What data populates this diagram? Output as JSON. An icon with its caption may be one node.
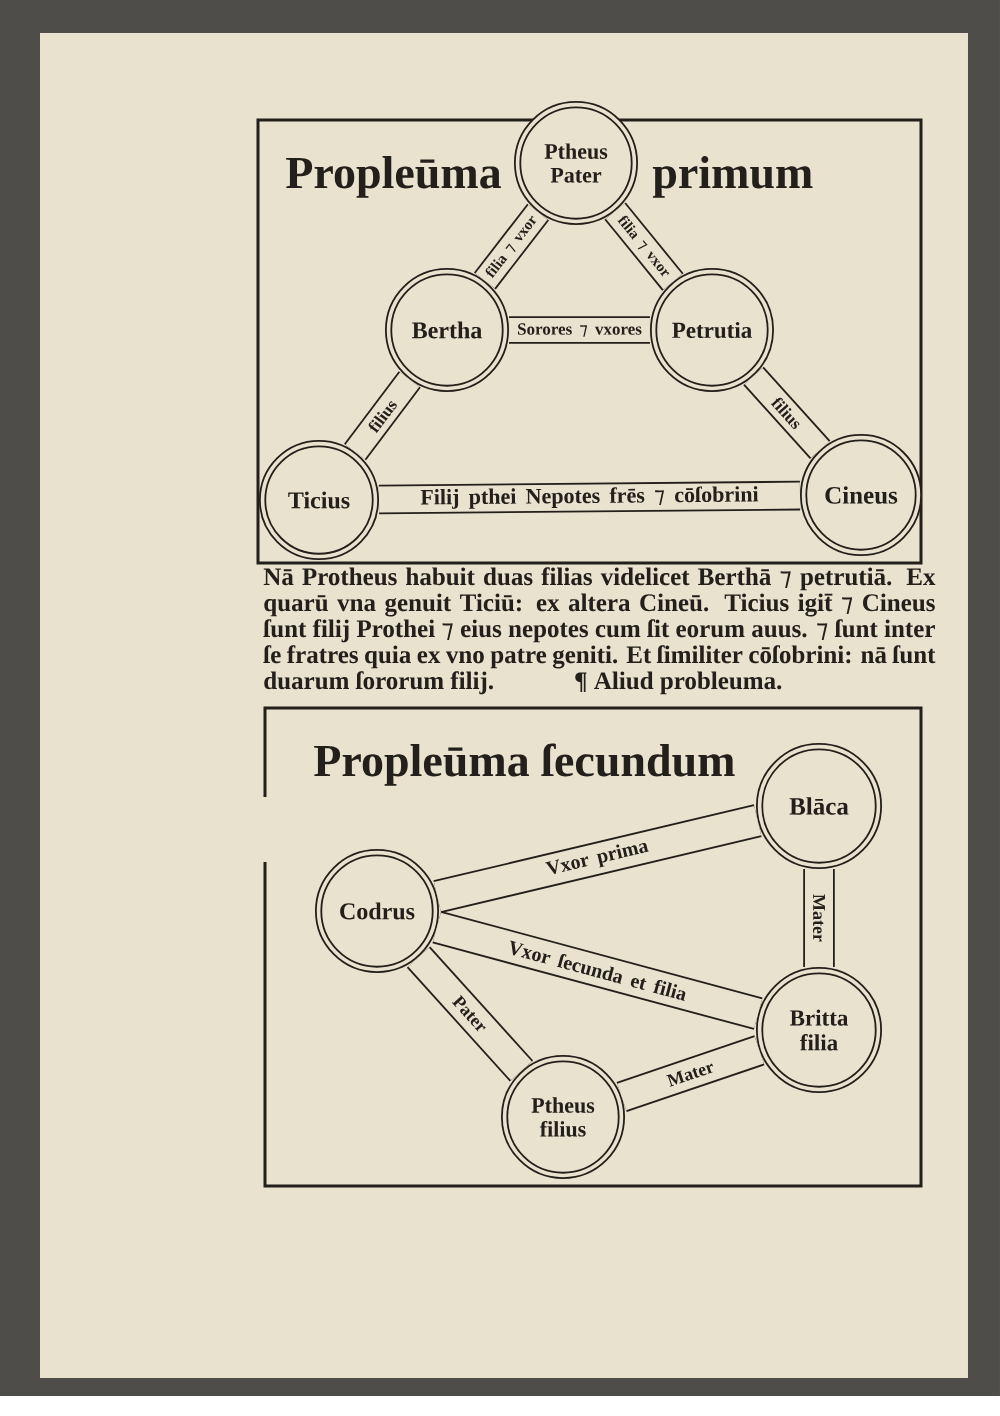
{
  "diagram": {
    "nodes": [
      {
        "text": [
          "Propleūma",
          "primum"
        ]
      },
      {
        "text": [
          "Ptheus Pater"
        ]
      },
      {
        "text": [
          "Bertha"
        ],
        "in": 0
      },
      {
        "text": [
          "Petrutia"
        ],
        "in": 0
      },
      {
        "text": [
          "Ticius"
        ],
        "in": 0
      },
      {
        "text": [
          "Cineus"
        ],
        "in": 0
      },
      {
        "text": [
          "Propleūma ſecundum"
        ]
      },
      {
        "text": [
          "Codrus"
        ],
        "in": 6
      },
      {
        "text": [
          "Blāca"
        ],
        "in": 6
      },
      {
        "text": [
          "Britta filia"
        ],
        "in": 6
      },
      {
        "text": [
          "Ptheus filius"
        ],
        "in": 6
      }
    ],
    "edges": [
      {
        "from": 1,
        "to": 2,
        "arrow": "none",
        "label": "filia ⁊ vxor"
      },
      {
        "from": 1,
        "to": 3,
        "arrow": "none",
        "label": "filia ⁊ vxor"
      },
      {
        "from": 2,
        "to": 3,
        "arrow": "none",
        "label": "Sorores ⁊ vxores"
      },
      {
        "from": 2,
        "to": 4,
        "arrow": "none",
        "label": "filius"
      },
      {
        "from": 3,
        "to": 5,
        "arrow": "none",
        "label": "filius"
      },
      {
        "from": 4,
        "to": 5,
        "arrow": "none",
        "label": "Filij pthei Nepotes frēs ⁊ cōſobrini"
      },
      {
        "from": 7,
        "to": 8,
        "arrow": "none",
        "label": "Vxor prima"
      },
      {
        "from": 7,
        "to": 9,
        "arrow": "none",
        "label": "Vxor ſecunda et filia"
      },
      {
        "from": 8,
        "to": 9,
        "arrow": "none",
        "label": "Mater"
      },
      {
        "from": 7,
        "to": 10,
        "arrow": "none",
        "label": "Pater"
      },
      {
        "from": 9,
        "to": 10,
        "arrow": "none",
        "label": "Mater"
      }
    ],
    "labels": [
      "Nā Protheus habuit duas filias videlicet Berthā ⁊ petrutiā. Ex quarū vna genuit Ticiū: ex altera Cineū. Ticius igit̄ ⁊ Cineus ſunt filij Prothei ⁊ eius nepotes cum ſit eorum auus. ⁊ ſunt inter ſe fratres quia ex vno patre geniti. Et ſimiliter cōſobrini: nā ſunt duarum ſororum filij.",
      "¶ Aliud probleuma."
    ]
  }
}
